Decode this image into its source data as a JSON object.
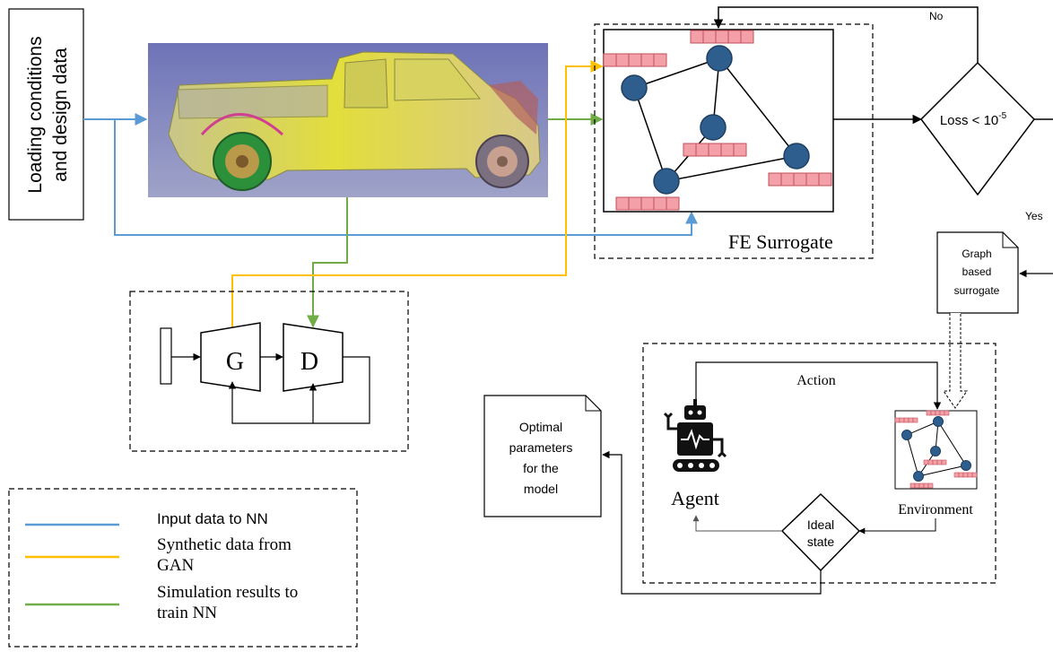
{
  "input_box": {
    "line1": "Loading conditions",
    "line2": "and design data"
  },
  "fe_surrogate": {
    "label": "FE Surrogate"
  },
  "decision": {
    "text": "Loss < 10",
    "exponent": "-5",
    "no_label": "No",
    "yes_label": "Yes"
  },
  "gan": {
    "generator": "G",
    "discriminator": "D"
  },
  "graph_doc": {
    "lines": [
      "Graph",
      "based",
      "surrogate"
    ]
  },
  "rl": {
    "action_label": "Action",
    "agent_label": "Agent",
    "environment_label": "Environment",
    "ideal_state": [
      "Ideal",
      "state"
    ]
  },
  "output_doc": {
    "lines": [
      "Optimal",
      "parameters",
      "for the",
      "model"
    ]
  },
  "legend": {
    "items": [
      {
        "lines": [
          "Input data to NN"
        ],
        "color": "#5B9BD5",
        "font": "sans"
      },
      {
        "lines": [
          "Synthetic data from",
          "GAN"
        ],
        "color": "#FFC000",
        "font": "serif"
      },
      {
        "lines": [
          "Simulation results to",
          "train NN"
        ],
        "color": "#70AD47",
        "font": "serif"
      }
    ]
  },
  "colors": {
    "input_line": "#5B9BD5",
    "synthetic_line": "#FFC000",
    "simulation_line": "#70AD47",
    "node_fill": "#2E5E8E",
    "feature_fill": "#F4A0A8",
    "feature_stroke": "#C0505A"
  }
}
